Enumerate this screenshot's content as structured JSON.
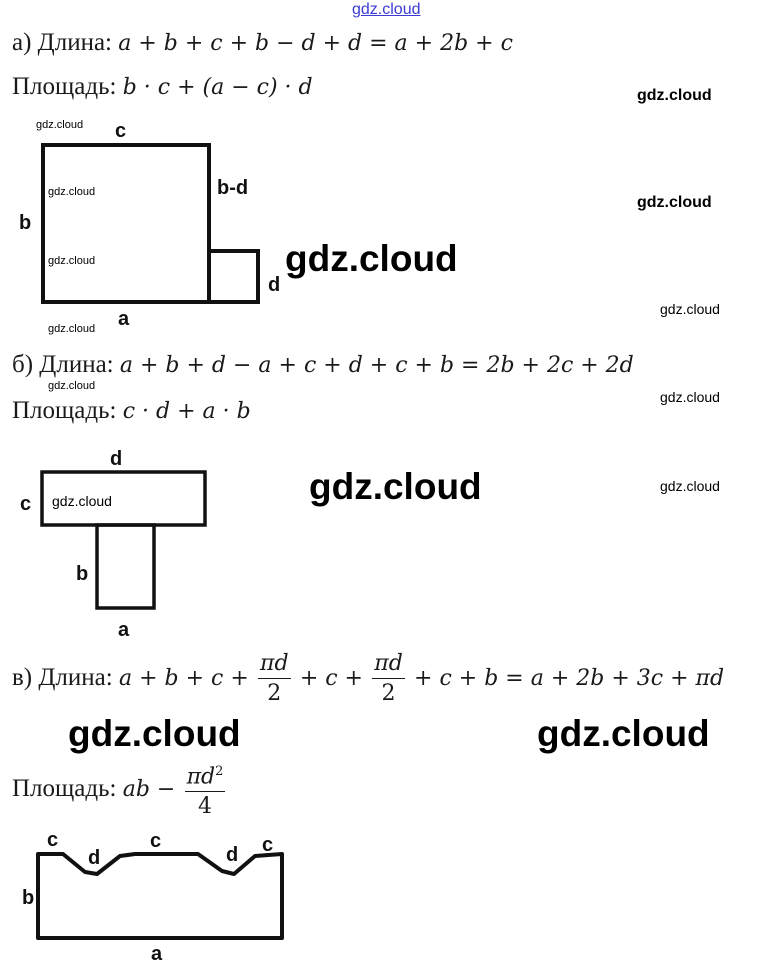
{
  "watermark": "gdz.cloud",
  "part_a": {
    "length_label": "а) Длина:",
    "length_formula": "a + b + c + b − d + d = a + 2b + c",
    "area_label": "Площадь:",
    "area_formula": "b · c + (a − c) · d",
    "diagram_labels": {
      "top": "c",
      "right_upper": "b-d",
      "left": "b",
      "right_lower": "d",
      "bottom": "a"
    }
  },
  "part_b": {
    "length_label": "б) Длина:",
    "length_formula": "a + b + d − a + c + d + c + b = 2b + 2c + 2d",
    "area_label": "Площадь:",
    "area_formula": "c · d + a · b",
    "diagram_labels": {
      "top": "d",
      "left": "c",
      "stem": "b",
      "bottom": "a"
    }
  },
  "part_c": {
    "length_label": "в) Длина:",
    "length_formula_1": "a + b + c +",
    "frac_num": "πd",
    "frac_den": "2",
    "length_formula_2": "+ c +",
    "length_formula_3": "+ c + b = a + 2b + 3c + πd",
    "area_label": "Площадь:",
    "area_formula": "ab −",
    "area_frac_num": "πd",
    "area_frac_sup": "2",
    "area_frac_den": "4",
    "diagram_labels": {
      "c1": "c",
      "d1": "d",
      "c2": "c",
      "d2": "d",
      "c3": "c",
      "left": "b",
      "bottom": "a"
    }
  }
}
